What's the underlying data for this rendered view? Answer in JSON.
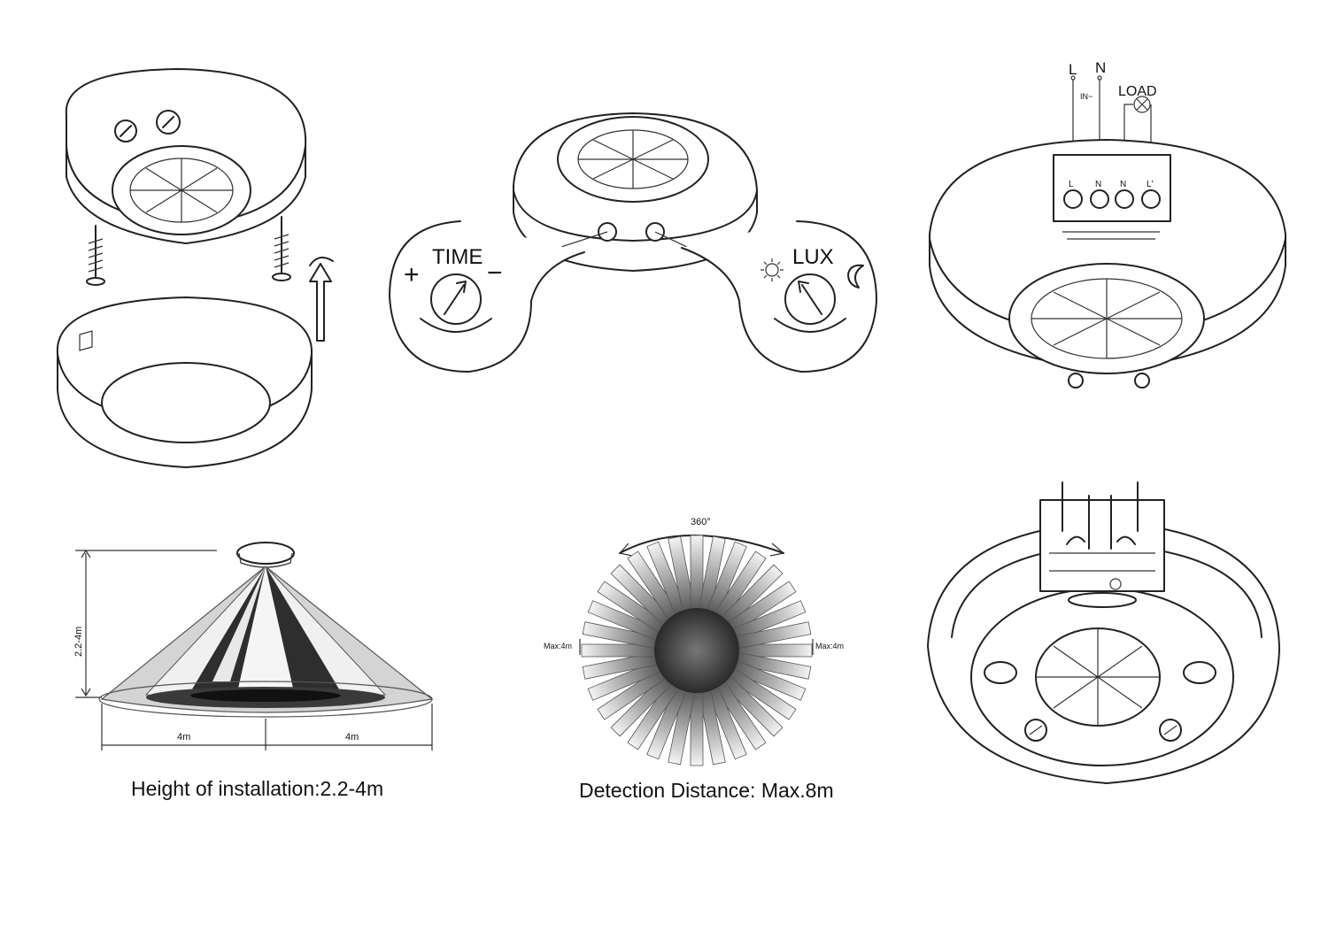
{
  "knobs": {
    "time": "TIME",
    "lux": "LUX",
    "plus": "+",
    "minus": "−"
  },
  "wiring": {
    "L": "L",
    "N": "N",
    "load": "LOAD",
    "in": "IN~",
    "terminals": [
      "L",
      "N",
      "N",
      "L'"
    ]
  },
  "install": {
    "height": "2.2-4m",
    "left": "4m",
    "right": "4m",
    "caption": "Height of installation:2.2-4m"
  },
  "detection": {
    "angle": "360°",
    "left_max": "Max:4m",
    "right_max": "Max:4m",
    "caption": "Detection Distance: Max.8m"
  }
}
